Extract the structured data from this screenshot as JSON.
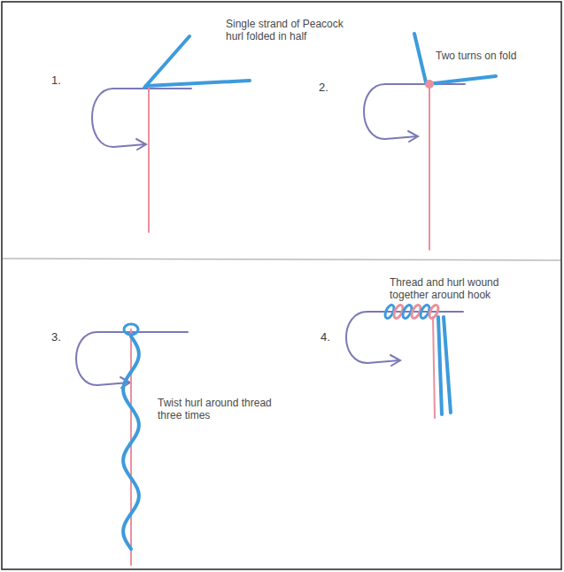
{
  "diagram": {
    "labels": [
      "Single strand of Peacock hurl folded in half",
      "1.",
      "2.",
      "Two turns on fold",
      "3.",
      "Twist hurl around thread three times",
      "Thread and hurl wound together around hook",
      "4."
    ]
  }
}
